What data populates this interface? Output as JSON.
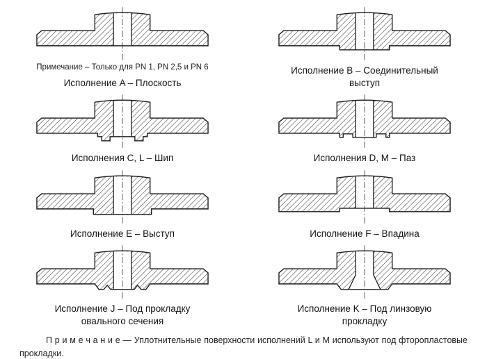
{
  "colors": {
    "ink": "#1b1b1b",
    "paper": "#ffffff"
  },
  "figures": [
    {
      "id": "A",
      "note": "Примечание – Только для PN 1, PN 2,5 и PN 6",
      "caption": "Исполнение A – Плоскость",
      "face_type": "flat"
    },
    {
      "id": "B",
      "caption": "Исполнение B – Соединительный выступ",
      "face_type": "raised-face"
    },
    {
      "id": "CL",
      "caption": "Исполнения C, L – Шип",
      "face_type": "tongue"
    },
    {
      "id": "DM",
      "caption": "Исполнения D, M – Паз",
      "face_type": "groove"
    },
    {
      "id": "E",
      "caption": "Исполнение E – Выступ",
      "face_type": "male"
    },
    {
      "id": "F",
      "caption": "Исполнение F – Впадина",
      "face_type": "female"
    },
    {
      "id": "J",
      "caption": "Исполнение J – Под прокладку овального сечения",
      "face_type": "oval-gasket-groove"
    },
    {
      "id": "K",
      "caption": "Исполнение K – Под линзовую прокладку",
      "face_type": "lens-gasket-seat"
    }
  ],
  "footnote": "П р и м е ч а н и е — Уплотнительные поверхности исполнений L и M используют под фторопластовые прокладки."
}
